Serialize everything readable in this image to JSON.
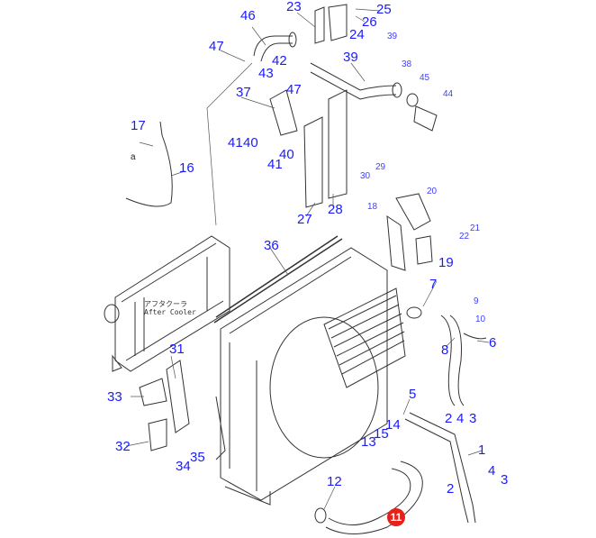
{
  "diagram": {
    "caption_jp": "アフタクーラ",
    "caption_en": "After Cooler",
    "highlight_part": "11",
    "highlight_color": "#e8201a",
    "label_color": "#1a1aff",
    "labels": [
      "46",
      "23",
      "25",
      "26",
      "24",
      "39",
      "38",
      "47",
      "42",
      "43",
      "47",
      "39",
      "45",
      "44",
      "37",
      "17",
      "a",
      "16",
      "41",
      "40",
      "40",
      "41",
      "29",
      "30",
      "27",
      "28",
      "20",
      "18",
      "21",
      "22",
      "19",
      "36",
      "7",
      "9",
      "10",
      "8",
      "6",
      "31",
      "33",
      "5",
      "2",
      "4",
      "3",
      "14",
      "15",
      "13",
      "1",
      "32",
      "34",
      "35",
      "12",
      "4",
      "3",
      "2"
    ]
  }
}
